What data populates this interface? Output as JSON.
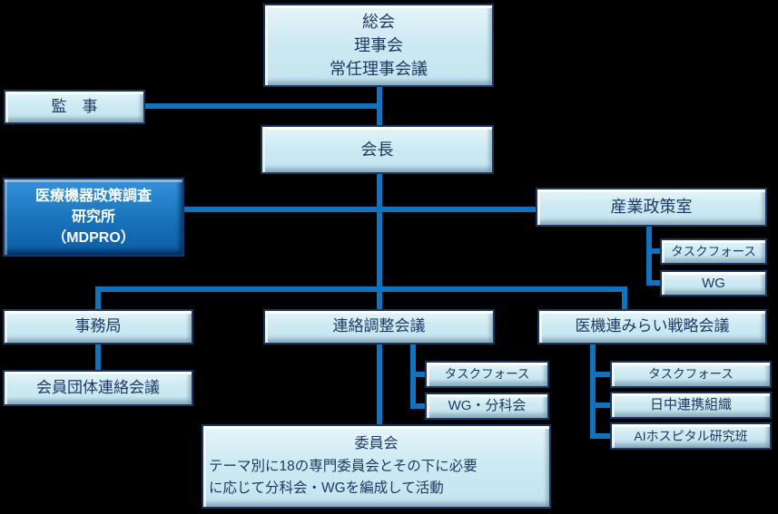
{
  "colors": {
    "background": "#000000",
    "box_fill": "#cdeaf3",
    "box_border": "#17375e",
    "box_text": "#1f3864",
    "dark_box_fill": "#1b75bc",
    "dark_box_text": "#ffffff",
    "connector": "#1172be"
  },
  "nodes": {
    "general_meeting": {
      "lines": [
        "総会",
        "理事会",
        "常任理事会議"
      ]
    },
    "auditor": {
      "label": "監　事"
    },
    "president": {
      "label": "会長"
    },
    "mdpro": {
      "lines": [
        "医療機器政策調査",
        "研究所",
        "（MDPRO）"
      ]
    },
    "industrial_policy_office": {
      "label": "産業政策室"
    },
    "ipo_taskforce": {
      "label": "タスクフォース"
    },
    "ipo_wg": {
      "label": "WG"
    },
    "secretariat": {
      "label": "事務局"
    },
    "member_org_liaison": {
      "label": "会員団体連絡会議"
    },
    "liaison_coordination": {
      "label": "連絡調整会議"
    },
    "lc_taskforce": {
      "label": "タスクフォース"
    },
    "lc_wg_subcommittee": {
      "label": "WG・分科会"
    },
    "mirai_strategy": {
      "label": "医機連みらい戦略会議"
    },
    "ms_taskforce": {
      "label": "タスクフォース"
    },
    "ms_japan_china_org": {
      "label": "日中連携組織"
    },
    "ms_ai_hospital": {
      "label": "AIホスピタル研究班"
    },
    "committees": {
      "title": "委員会",
      "desc_line1": "テーマ別に18の専門委員会とその下に必要",
      "desc_line2": "に応じて分科会・WGを編成して活動"
    }
  }
}
